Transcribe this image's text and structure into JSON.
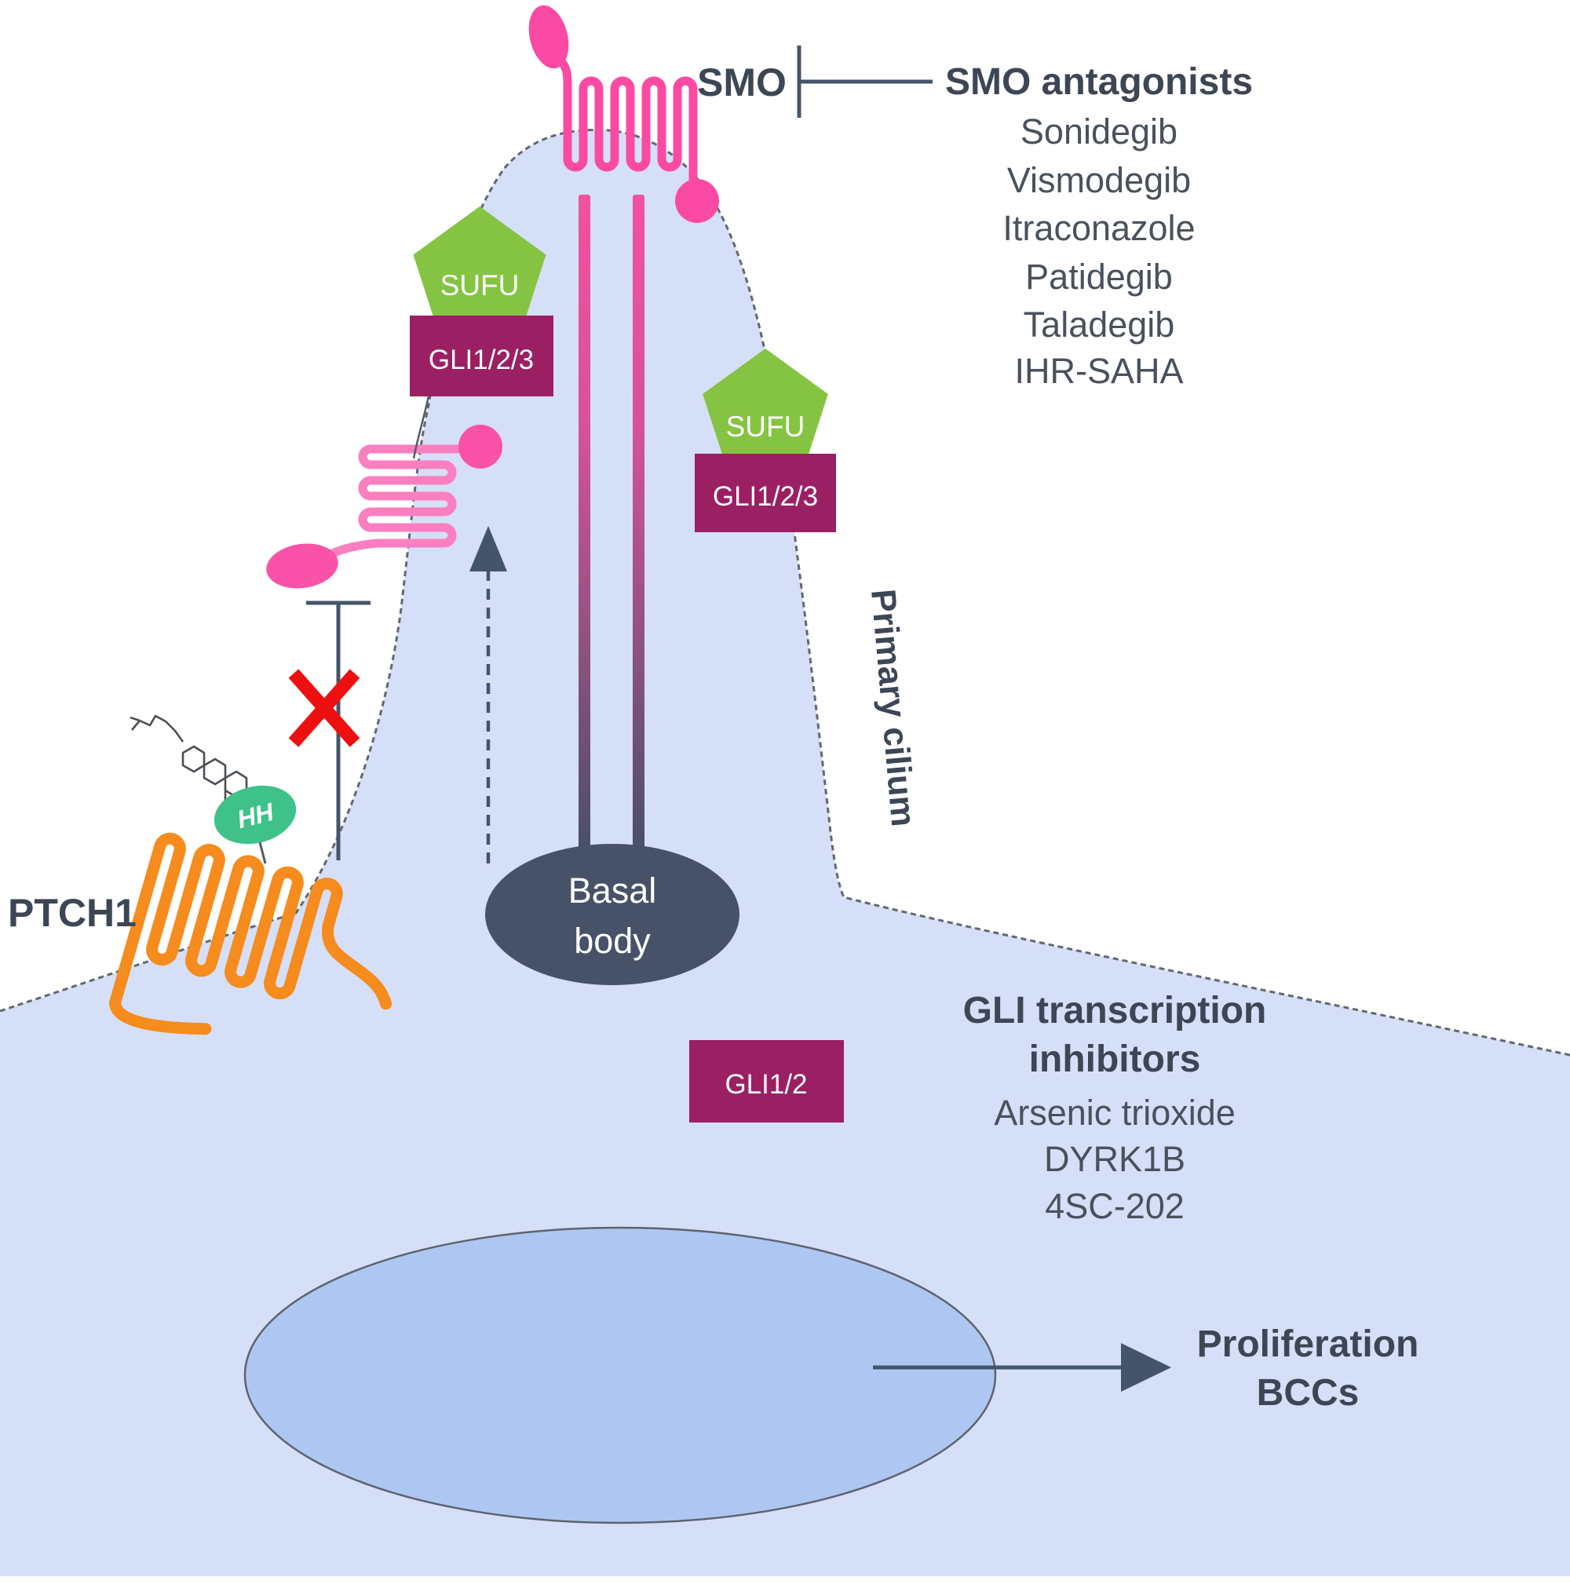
{
  "colors": {
    "cell_fill": "#d6dff8",
    "nucleus_fill": "#aec7f2",
    "nucleus_stroke": "#5d646e",
    "membrane": "#63686f",
    "basal_body": "#475269",
    "microtubule_top": "#f2519f",
    "microtubule_bottom": "#474f69",
    "smo_pink": "#fb4aa4",
    "smo_inactive_line": "#f97fc1",
    "smo_inactive_blob": "#fa52a8",
    "ptch1_orange": "#f68b1e",
    "sufu_green": "#85c442",
    "hh_green": "#3ec289",
    "gli_magenta": "#9a2063",
    "slate": "#44546a",
    "inhibit_red": "#ee1010",
    "text_dark": "#3d4654"
  },
  "labels": {
    "smo": "SMO",
    "ptch1": "PTCH1",
    "hh": "HH",
    "sufu": "SUFU",
    "gli123": "GLI1/2/3",
    "gli12": "GLI1/2",
    "primary_cilium": "Primary cilium",
    "basal_body_line1": "Basal",
    "basal_body_line2": "body"
  },
  "smo_antagonists": {
    "title": "SMO antagonists",
    "items": [
      "Sonidegib",
      "Vismodegib",
      "Itraconazole",
      "Patidegib",
      "Taladegib",
      "IHR-SAHA"
    ]
  },
  "gli_inhibitors": {
    "title_line1": "GLI transcription",
    "title_line2": "inhibitors",
    "items": [
      "Arsenic trioxide",
      "DYRK1B",
      "4SC-202"
    ]
  },
  "outcome": {
    "line1": "Proliferation",
    "line2": "BCCs"
  }
}
